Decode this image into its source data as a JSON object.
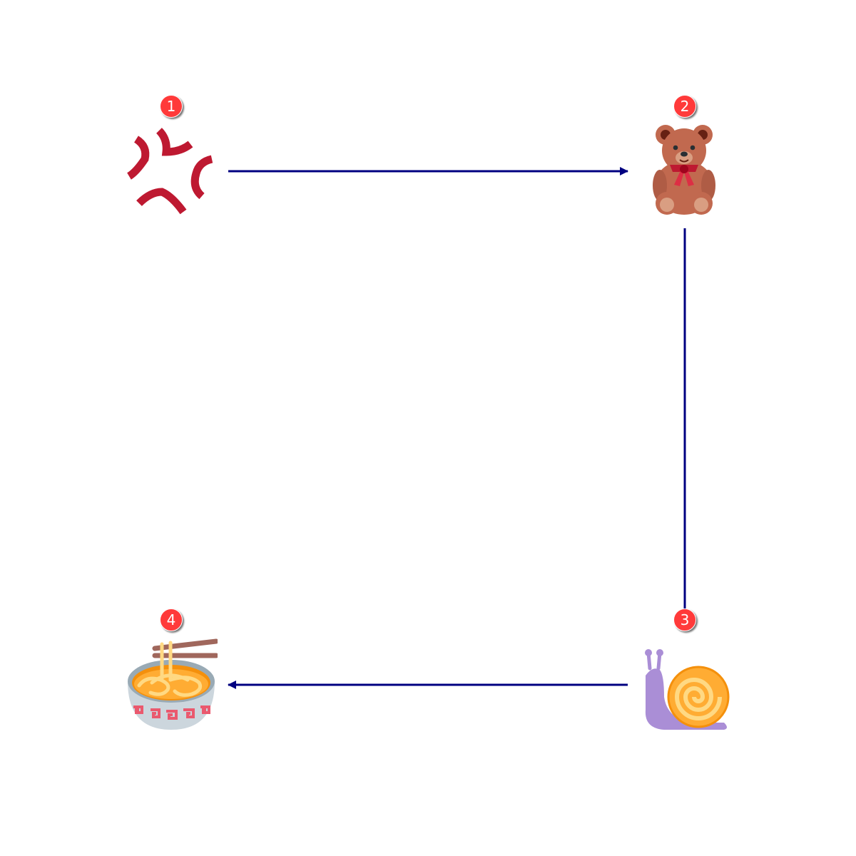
{
  "diagram": {
    "type": "flow",
    "colors": {
      "arrow": "#000080",
      "badge_fill": "#ff3a3a",
      "badge_text": "#ffffff"
    },
    "nodes": [
      {
        "id": "n1",
        "step": "1",
        "icon": "anger-symbol-icon"
      },
      {
        "id": "n2",
        "step": "2",
        "icon": "teddy-bear-icon"
      },
      {
        "id": "n3",
        "step": "3",
        "icon": "snail-icon"
      },
      {
        "id": "n4",
        "step": "4",
        "icon": "steaming-bowl-icon"
      }
    ],
    "edges": [
      {
        "from": "n1",
        "to": "n2"
      },
      {
        "from": "n2",
        "to": "n3"
      },
      {
        "from": "n3",
        "to": "n4"
      }
    ]
  }
}
